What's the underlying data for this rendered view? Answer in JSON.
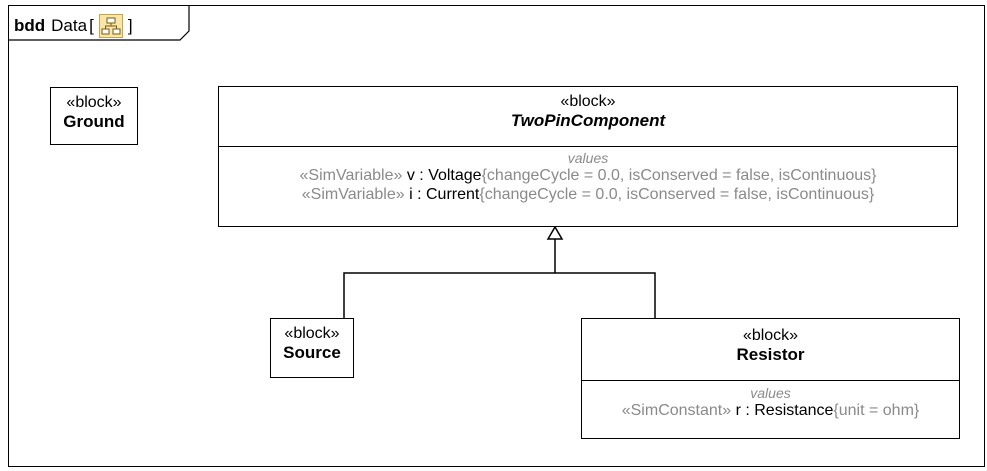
{
  "frame": {
    "keyword": "bdd",
    "name": "Data",
    "bracket_open": "[",
    "bracket_close": "]",
    "icon": "block-diagram-icon"
  },
  "blocks": {
    "ground": {
      "stereotype": "«block»",
      "name": "Ground"
    },
    "twopin": {
      "stereotype": "«block»",
      "name": "TwoPinComponent",
      "compartment_title": "values",
      "properties": [
        {
          "stereotype": "«SimVariable»",
          "name": "v",
          "sep": " : ",
          "type": "Voltage",
          "constraints": "{changeCycle = 0.0, isConserved = false, isContinuous}"
        },
        {
          "stereotype": "«SimVariable»",
          "name": "i",
          "sep": " : ",
          "type": "Current",
          "constraints": "{changeCycle = 0.0, isConserved = false, isContinuous}"
        }
      ]
    },
    "source": {
      "stereotype": "«block»",
      "name": "Source"
    },
    "resistor": {
      "stereotype": "«block»",
      "name": "Resistor",
      "compartment_title": "values",
      "properties": [
        {
          "stereotype": "«SimConstant»",
          "name": "r",
          "sep": " : ",
          "type": "Resistance",
          "constraints": "{unit = ohm}"
        }
      ]
    }
  },
  "relationships": [
    {
      "kind": "generalization",
      "from": "Source",
      "to": "TwoPinComponent"
    },
    {
      "kind": "generalization",
      "from": "Resistor",
      "to": "TwoPinComponent"
    }
  ]
}
